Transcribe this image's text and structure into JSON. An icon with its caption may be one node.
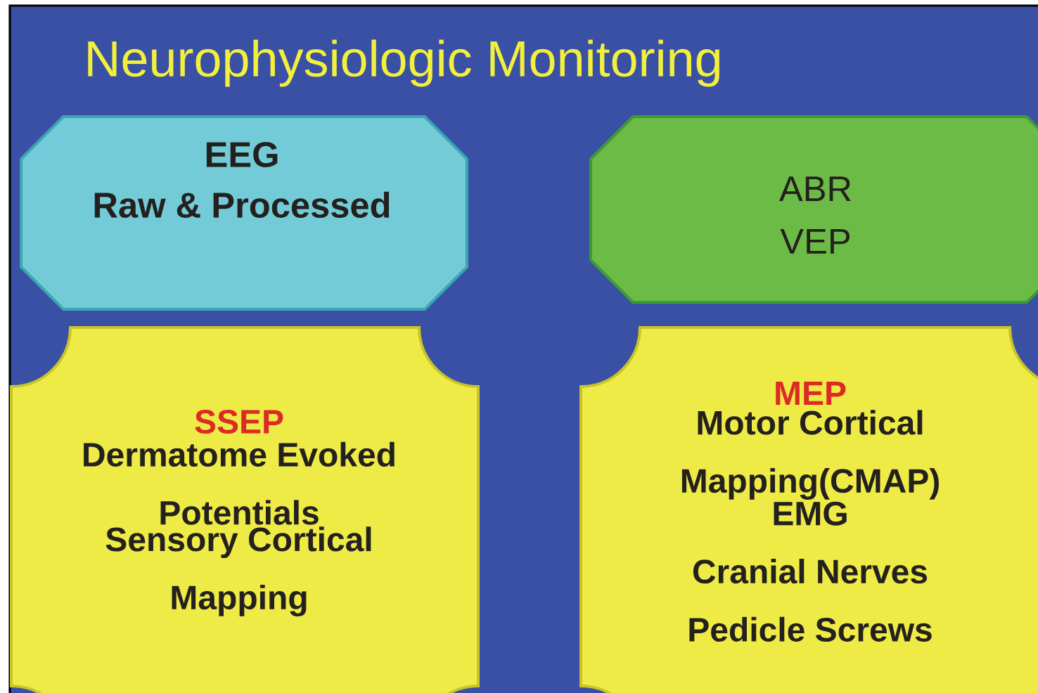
{
  "diagram": {
    "title": "Neurophysiologic Monitoring",
    "nodes": [
      {
        "text": [
          "EEG",
          "Raw & Processed"
        ]
      },
      {
        "text": [
          "ABR",
          "VEP"
        ]
      },
      {
        "text": [
          "SSEP",
          "Dermatome Evoked Potentials",
          "Sensory Cortical Mapping"
        ]
      },
      {
        "text": [
          "MEP",
          "Motor Cortical Mapping(CMAP)",
          "EMG",
          "Cranial Nerves",
          "Pedicle Screws"
        ]
      }
    ]
  }
}
